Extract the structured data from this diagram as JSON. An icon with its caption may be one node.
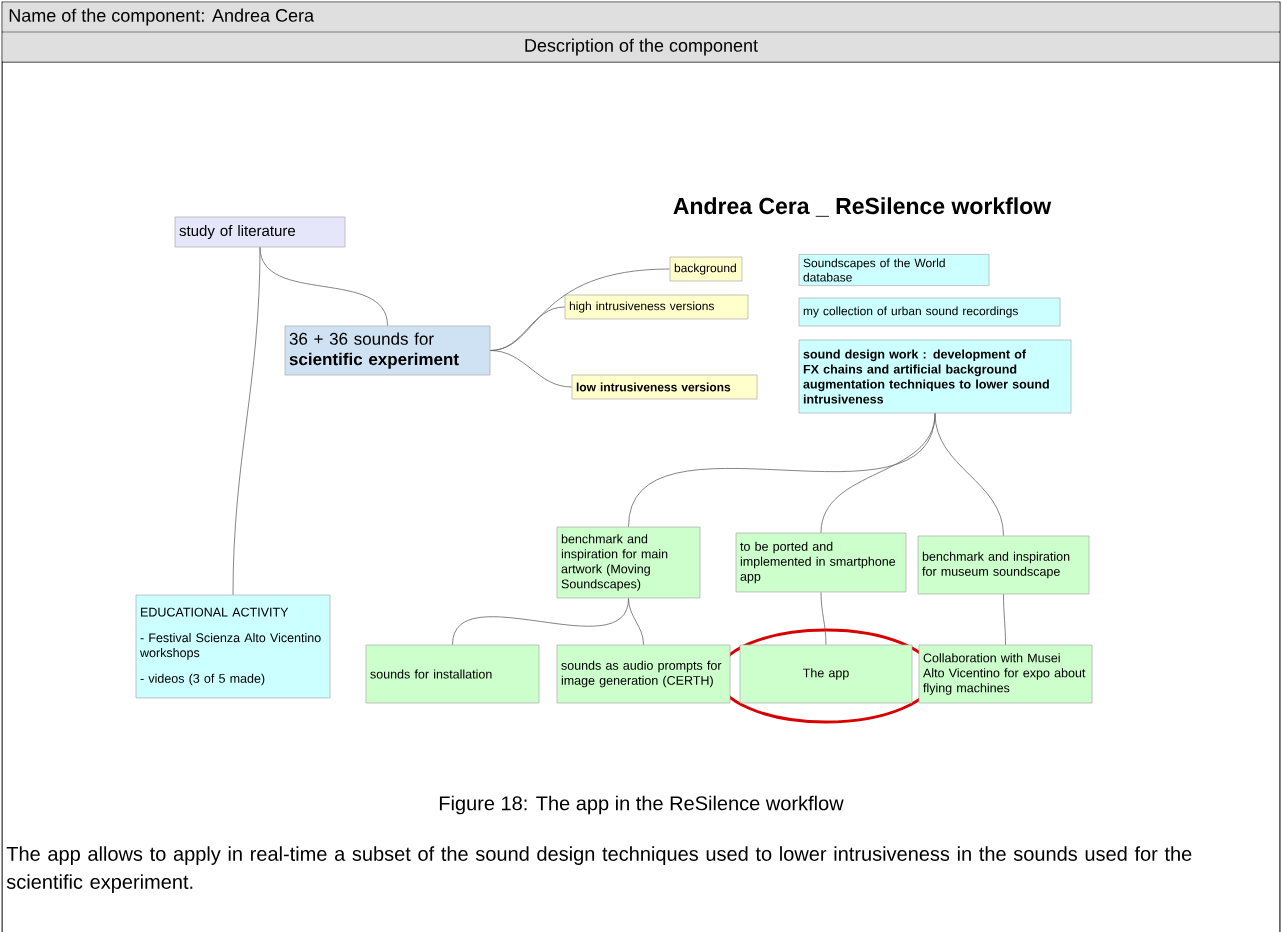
{
  "diagram": {
    "title": "Andrea Cera _ ReSilence workflow",
    "caption": "Figure 18: The app in the ReSilence workflow",
    "nodes": [
      {
        "text": [
          "study of literature"
        ]
      },
      {
        "text": [
          "36 + 36 sounds for **scientific experiment**"
        ]
      },
      {
        "text": [
          "background"
        ]
      },
      {
        "text": [
          "high intrusiveness versions"
        ]
      },
      {
        "text": [
          "low intrusiveness versions"
        ]
      },
      {
        "text": [
          "Soundscapes of the World database"
        ]
      },
      {
        "text": [
          "my collection of urban sound recordings"
        ]
      },
      {
        "text": [
          "sound design work : development of FX chains and artificial background augmentation techniques to lower sound intrusiveness"
        ]
      },
      {
        "text": [
          "benchmark and inspiration for main artwork (Moving Soundscapes)"
        ]
      },
      {
        "text": [
          "to be ported and implemented in smartphone app"
        ]
      },
      {
        "text": [
          "benchmark and inspiration for museum soundscape"
        ]
      },
      {
        "text": [
          "EDUCATIONAL ACTIVITY",
          "- Festival Scienza Alto Vicentino workshops",
          "- videos (3 of 5 made)"
        ]
      },
      {
        "text": [
          "sounds for installation"
        ]
      },
      {
        "text": [
          "sounds as audio prompts for image generation (CERTH)"
        ]
      },
      {
        "text": [
          "The app"
        ]
      },
      {
        "text": [
          "Collaboration with Musei Alto Vicentino for expo about flying machines"
        ]
      }
    ],
    "edges": [
      {
        "from": 0,
        "to": 1,
        "arrow": "none"
      },
      {
        "from": 0,
        "to": 11,
        "arrow": "none"
      },
      {
        "from": 1,
        "to": 2,
        "arrow": "none"
      },
      {
        "from": 1,
        "to": 3,
        "arrow": "none"
      },
      {
        "from": 1,
        "to": 4,
        "arrow": "none"
      },
      {
        "from": 7,
        "to": 8,
        "arrow": "none"
      },
      {
        "from": 7,
        "to": 9,
        "arrow": "none"
      },
      {
        "from": 7,
        "to": 10,
        "arrow": "none"
      },
      {
        "from": 8,
        "to": 12,
        "arrow": "none"
      },
      {
        "from": 8,
        "to": 13,
        "arrow": "none"
      },
      {
        "from": 9,
        "to": 14,
        "arrow": "none"
      },
      {
        "from": 10,
        "to": 15,
        "arrow": "none"
      }
    ],
    "labels": [
      "Name of the component: Andrea Cera",
      "Description of the component",
      "The app allows to apply in real-time a subset of the sound design techniques used to lower intrusiveness in the sounds used for the scientific experiment."
    ]
  }
}
